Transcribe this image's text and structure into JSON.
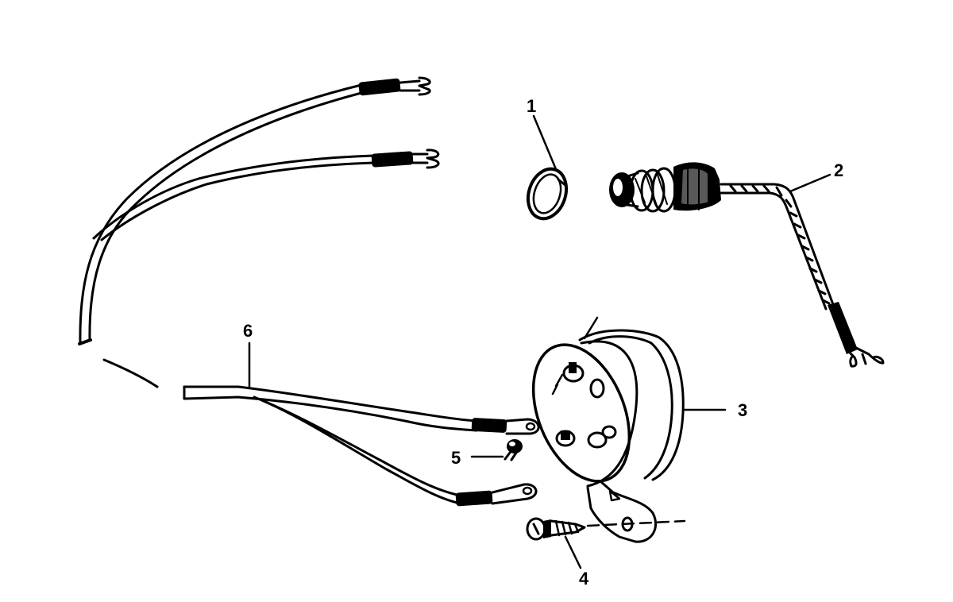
{
  "figure": {
    "description_labels": [
      {
        "id": "1",
        "text": "1",
        "part": "retaining-ring"
      },
      {
        "id": "2",
        "text": "2",
        "part": "lamp-socket-with-lead"
      },
      {
        "id": "3",
        "text": "3",
        "part": "gauge-housing"
      },
      {
        "id": "4",
        "text": "4",
        "part": "mounting-screw"
      },
      {
        "id": "5",
        "text": "5",
        "part": "terminal-screw"
      },
      {
        "id": "6",
        "text": "6",
        "part": "wiring-harness"
      }
    ],
    "colors": {
      "ink": "#000000",
      "background": "#ffffff"
    }
  }
}
